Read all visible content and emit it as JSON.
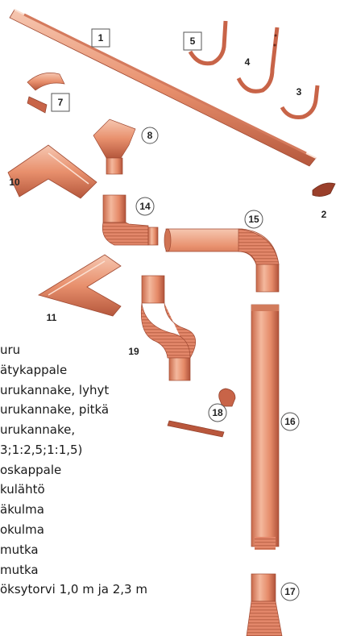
{
  "callouts": {
    "n1": "1",
    "n2": "2",
    "n3": "3",
    "n4": "4",
    "n5": "5",
    "n7": "7",
    "n8": "8",
    "n10": "10",
    "n11": "11",
    "n14": "14",
    "n15": "15",
    "n16": "16",
    "n17": "17",
    "n18": "18",
    "n19": "19"
  },
  "legend": [
    "uru",
    "ätykappale",
    "urukannake, lyhyt",
    "urukannake, pitkä",
    "urukannake,",
    "3;1:2,5;1:1,5)",
    "oskappale",
    "kulähtö",
    "äkulma",
    "okulma",
    "mutka",
    "mutka",
    "öksytorvi 1,0 m ja 2,3 m"
  ],
  "colors": {
    "copper_light": "#f2b49a",
    "copper_mid": "#e58a68",
    "copper_dark": "#b0523a",
    "callout_stroke": "#555555"
  }
}
